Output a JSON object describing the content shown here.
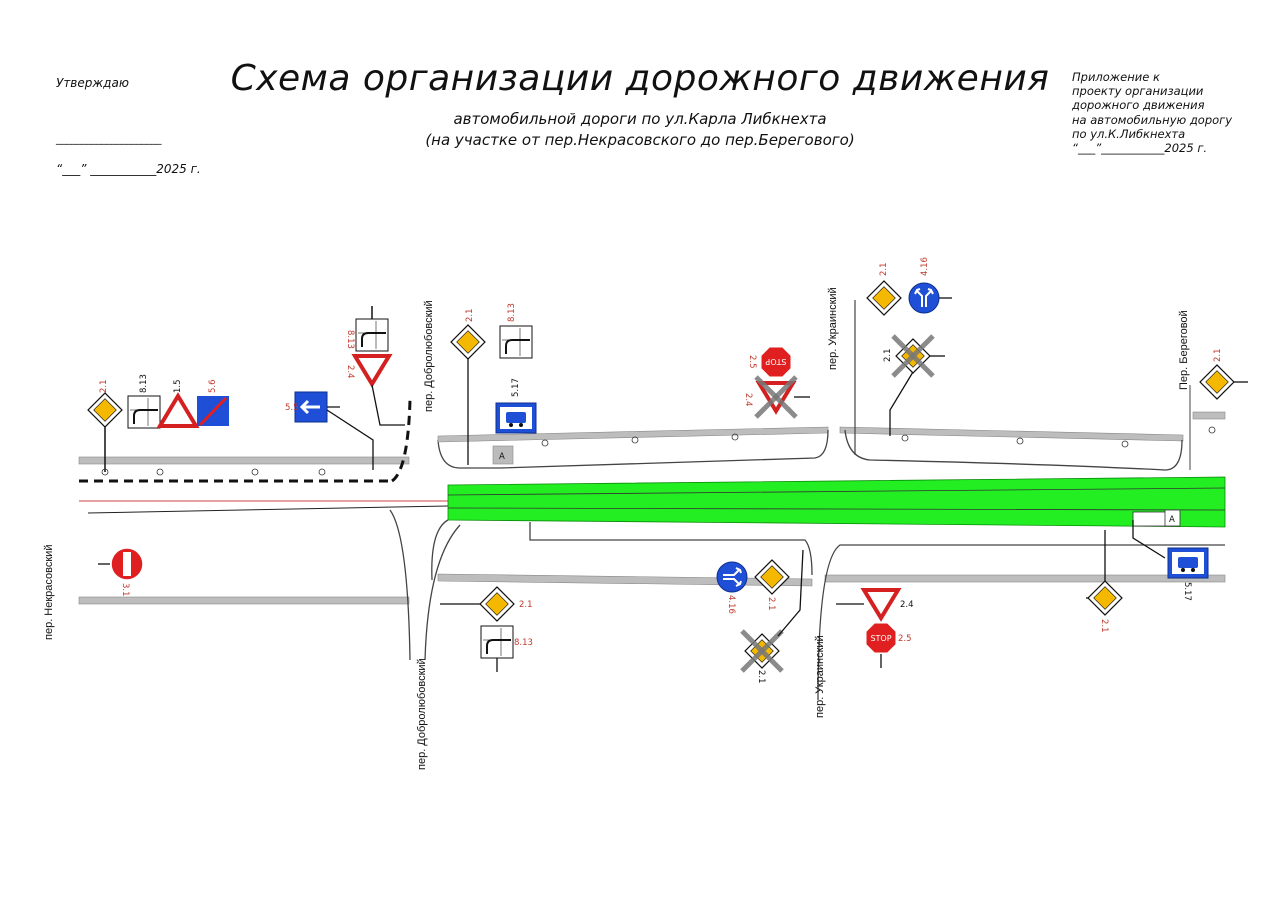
{
  "header": {
    "approve_label": "Утверждаю",
    "approve_line": "_____________________",
    "approve_date": "“___” ___________2025 г.",
    "title": "Схема организации дорожного движения",
    "subtitle_line1": "автомобильной дороги по ул.Карла Либкнехта",
    "subtitle_line2": "(на участке от пер.Некрасовского до пер.Берегового)",
    "appendix": "Приложение к\nпроекту организации\nдорожного движения\nна автомобильную дорогу\nпо ул.К.Либкнехта\n“___”___________2025 г."
  },
  "streets": {
    "nekrasovsky": "пер. Некрасовский",
    "dobrolyubovsky_top": "пер. Добролюбовский",
    "dobrolyubovsky_bottom": "пер. Добролюбовский",
    "ukrainsky_top": "пер. Украинский",
    "ukrainsky_bottom": "пер. Украинский",
    "beregovoy": "Пер. Береговой"
  },
  "sign_codes": {
    "s1_main": "2.1",
    "s1_plate": "8.13",
    "s1_tri": "1.5",
    "s1_lane": "5.6",
    "s2_tri": "2.4",
    "s2_plate": "8.13",
    "s3": "5.5",
    "s4_main": "2.1",
    "s4_plate": "8.13",
    "s4_bus": "5.17",
    "s5_stop": "2.5",
    "s5_tri": "2.4",
    "s6_main": "2.1",
    "s6_round": "4.16",
    "s6_cancel": "2.1",
    "s7_main": "2.1",
    "b1": "3.1",
    "b2_main": "2.1",
    "b2_plate": "8.13",
    "b3_round": "4.16",
    "b3_main": "2.1",
    "b3_cancel": "2.1",
    "b4_tri": "2.4",
    "b4_stop": "2.5",
    "b5_main": "2.1",
    "b6_bus": "5.17"
  },
  "markers": {
    "a_top": "A",
    "a_right": "A"
  },
  "sign_text": {
    "stop": "STOP"
  },
  "colors": {
    "green_zone": "#22ee22",
    "sign_red": "#e02020",
    "sign_blue": "#1f4fd6",
    "sign_yellow": "#f5b800",
    "road_gray": "#bdbdbd",
    "code_red": "#c0392b"
  }
}
